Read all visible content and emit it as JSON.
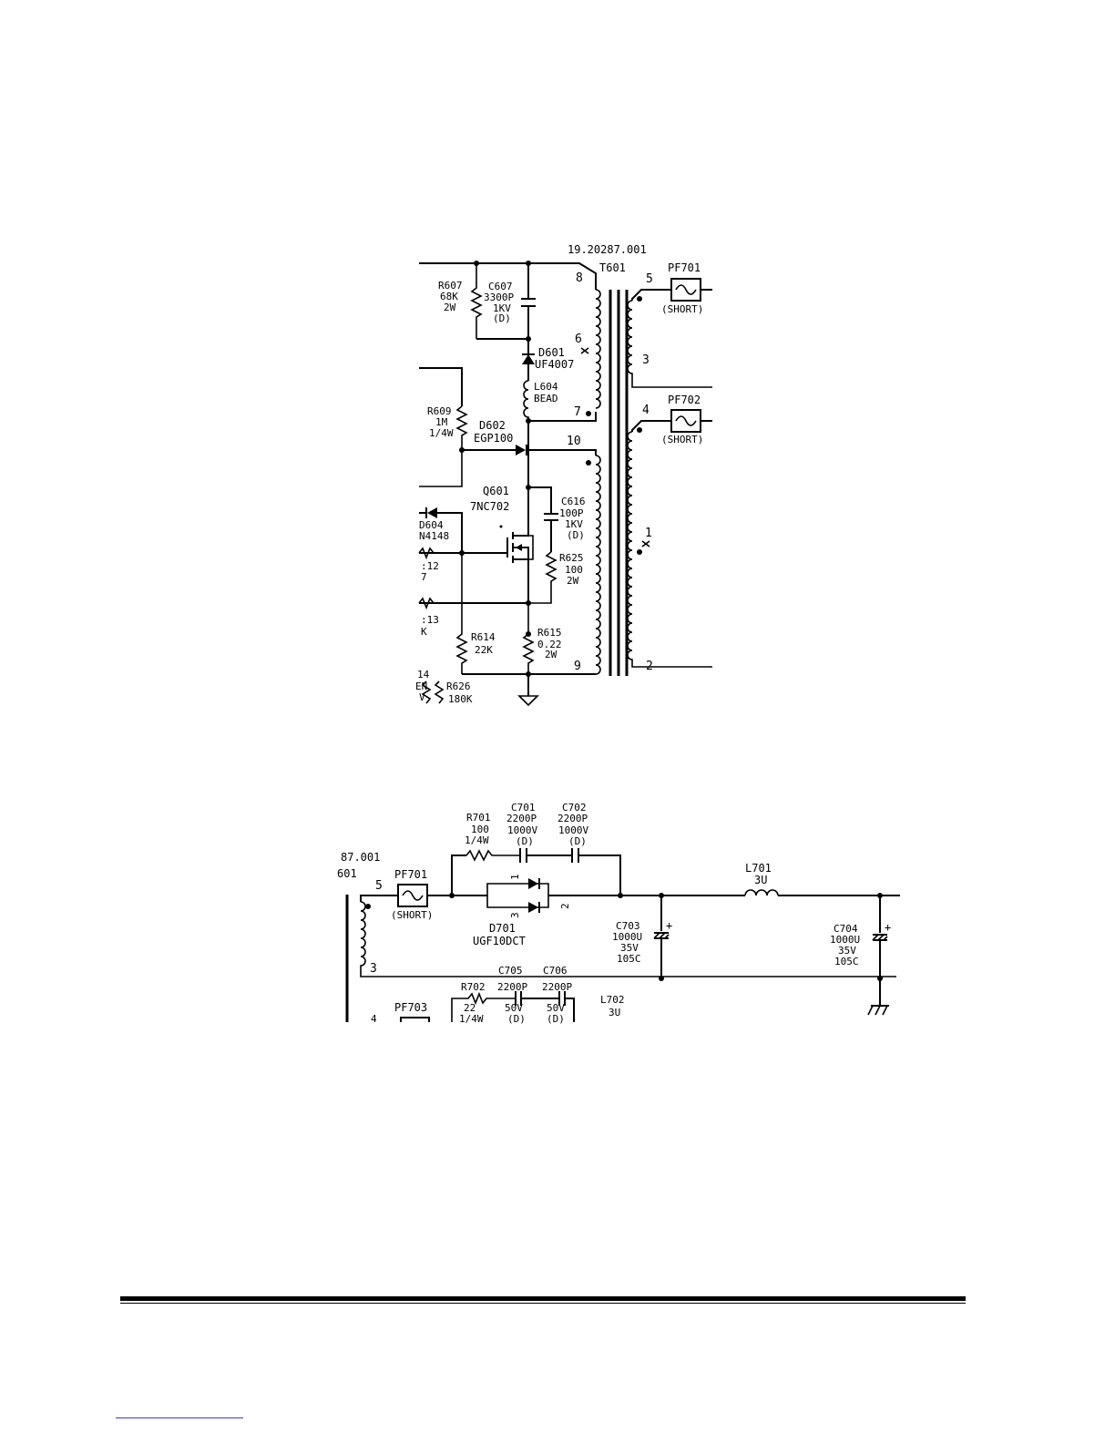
{
  "top": {
    "part_number": "19.20287.001",
    "transformer": "T601",
    "pins": {
      "p8": "8",
      "p6": "6",
      "p7": "7",
      "p10": "10",
      "p9": "9",
      "p5": "5",
      "p3": "3",
      "p4": "4",
      "p1": "1",
      "p2": "2"
    },
    "r607": [
      "R607",
      "68K",
      "2W"
    ],
    "c607": [
      "C607",
      "3300P",
      "1KV",
      "(D)"
    ],
    "d601": [
      "D601",
      "UF4007"
    ],
    "l604": [
      "L604",
      "BEAD"
    ],
    "r609": [
      "R609",
      "1M",
      "1/4W"
    ],
    "d602": [
      "D602",
      "EGP100"
    ],
    "q601": [
      "Q601",
      "7NC702"
    ],
    "c616": [
      "C616",
      "100P",
      "1KV",
      "(D)"
    ],
    "r625": [
      "R625",
      "100",
      "2W"
    ],
    "d604": [
      "D604",
      "N4148"
    ],
    "r612_frag": [
      ":12",
      "7"
    ],
    "r613_frag": [
      ":13",
      "K"
    ],
    "r614": [
      "R614",
      "22K"
    ],
    "r615": [
      "R615",
      "0.22",
      "2W"
    ],
    "left_frag": [
      "14",
      "EN",
      "V"
    ],
    "r626": [
      "R626",
      "180K"
    ],
    "pf701": [
      "PF701",
      "(SHORT)"
    ],
    "pf702": [
      "PF702",
      "(SHORT)"
    ]
  },
  "bottom": {
    "part_frag": "87.001",
    "t_frag": "601",
    "pin5": "5",
    "pin3": "3",
    "pin4": "4",
    "pf701": [
      "PF701",
      "(SHORT)"
    ],
    "pf703": "PF703",
    "r701": [
      "R701",
      "100",
      "1/4W"
    ],
    "c701": [
      "C701",
      "2200P",
      "1000V",
      "(D)"
    ],
    "c702": [
      "C702",
      "2200P",
      "1000V",
      "(D)"
    ],
    "d701": [
      "D701",
      "UGF10DCT"
    ],
    "d701_pins": [
      "1",
      "2",
      "3"
    ],
    "c703": [
      "C703",
      "1000U",
      "35V",
      "105C"
    ],
    "l701": [
      "L701",
      "3U"
    ],
    "c704": [
      "C704",
      "1000U",
      "35V",
      "105C"
    ],
    "r702": [
      "R702",
      "22",
      "1/4W"
    ],
    "c705": [
      "C705",
      "2200P",
      "50V",
      "(D)"
    ],
    "c706": [
      "C706",
      "2200P",
      "50V",
      "(D)"
    ],
    "l702": [
      "L702",
      "3U"
    ],
    "plus": "+"
  }
}
